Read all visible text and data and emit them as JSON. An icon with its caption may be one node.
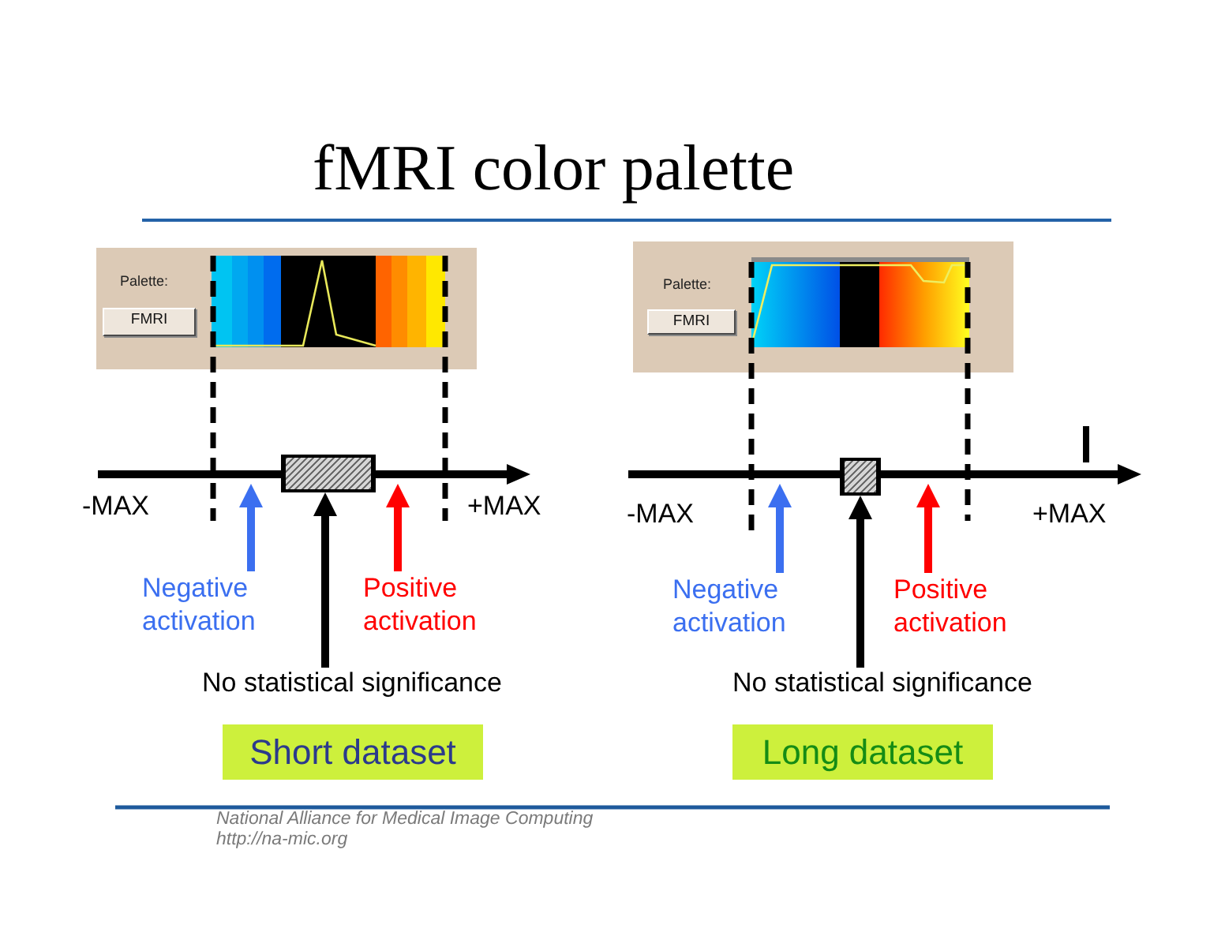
{
  "diagram": {
    "title": "fMRI color palette",
    "nodes": [
      {
        "text": [
          "Palette:"
        ]
      },
      {
        "text": [
          "FMRI"
        ],
        "in": 0
      },
      {
        "text": [
          "Palette:"
        ]
      },
      {
        "text": [
          "FMRI"
        ],
        "in": 2
      },
      {
        "text": [],
        "shape": "arrow",
        "beside": [
          "-MAX",
          "+MAX"
        ]
      },
      {
        "text": [],
        "shape": "box"
      },
      {
        "text": [],
        "shape": "arrow",
        "beside": [
          "-MAX",
          "+MAX"
        ]
      },
      {
        "text": [],
        "shape": "box"
      },
      {
        "text": [
          "Negative activation"
        ]
      },
      {
        "text": [
          "Positive activation"
        ]
      },
      {
        "text": [
          "Negative activation"
        ]
      },
      {
        "text": [
          "Positive activation"
        ]
      },
      {
        "text": [
          "No statistical significance"
        ]
      },
      {
        "text": [
          "No statistical significance"
        ]
      },
      {
        "text": [
          "Short dataset"
        ]
      },
      {
        "text": [
          "Long dataset"
        ]
      }
    ],
    "edges": [
      {
        "from": 8,
        "to": 4,
        "arrow": "to",
        "color": "#3b6ff0"
      },
      {
        "from": 9,
        "to": 4,
        "arrow": "to",
        "color": "#ff0000"
      },
      {
        "from": 12,
        "to": 5,
        "arrow": "to",
        "color": "#000000"
      },
      {
        "from": 10,
        "to": 6,
        "arrow": "to",
        "color": "#3b6ff0"
      },
      {
        "from": 11,
        "to": 6,
        "arrow": "to",
        "color": "#ff0000"
      },
      {
        "from": 13,
        "to": 7,
        "arrow": "to",
        "color": "#000000"
      }
    ],
    "labels": [
      "National Alliance for Medical Image Computing",
      "http://na-mic.org"
    ]
  }
}
